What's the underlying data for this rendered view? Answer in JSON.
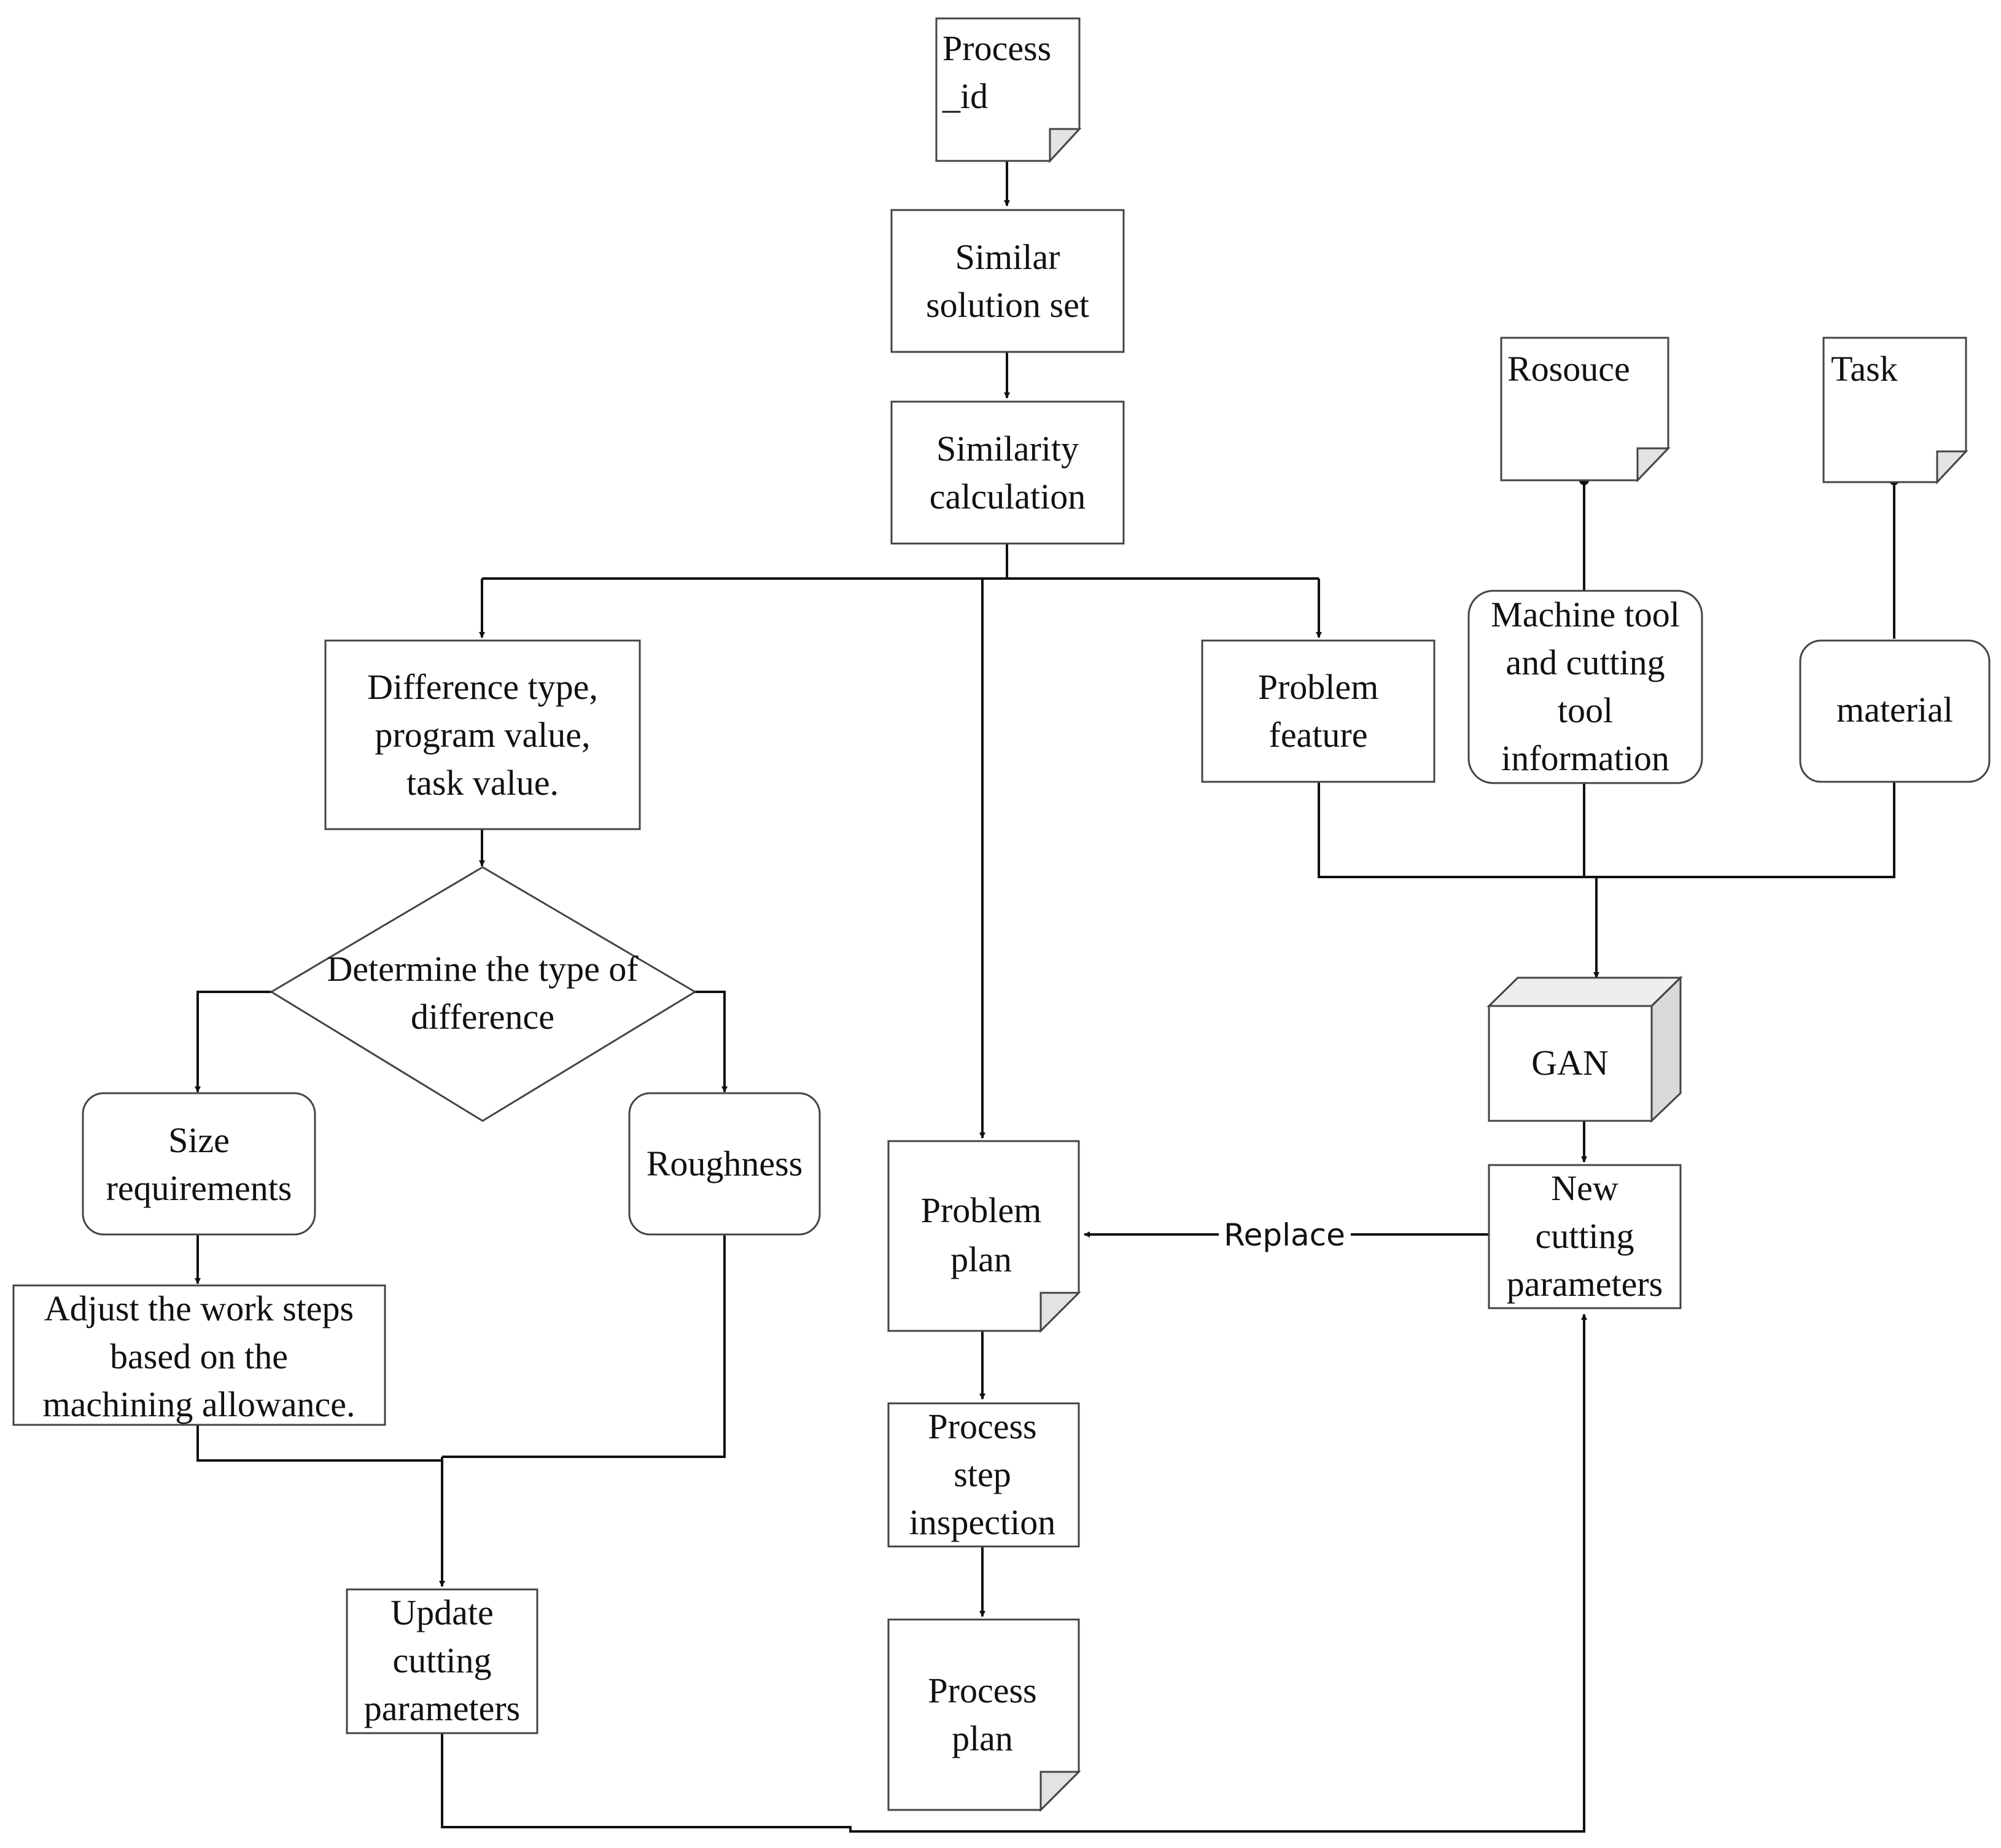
{
  "nodes": {
    "process_id": [
      "Process",
      "_id"
    ],
    "similar_solution_set": [
      "Similar",
      "solution set"
    ],
    "similarity_calculation": [
      "Similarity",
      "calculation"
    ],
    "difference_info": [
      "Difference type,",
      "program value,",
      "task value."
    ],
    "determine_type": [
      "Determine the type of",
      "difference"
    ],
    "size_requirements": [
      "Size",
      "requirements"
    ],
    "roughness": [
      "Roughness"
    ],
    "adjust_steps": [
      "Adjust the work steps",
      "based on the",
      "machining allowance."
    ],
    "update_params": [
      "Update",
      "cutting",
      "parameters"
    ],
    "problem_plan": [
      "Problem",
      "plan"
    ],
    "process_step_inspection": [
      "Process",
      "step",
      "inspection"
    ],
    "process_plan": [
      "Process",
      "plan"
    ],
    "problem_feature": [
      "Problem",
      "feature"
    ],
    "rosouce": [
      "Rosouce"
    ],
    "task": [
      "Task"
    ],
    "machine_tool_info": [
      "Machine tool",
      "and cutting",
      "tool",
      "information"
    ],
    "material": [
      "material"
    ],
    "gan": [
      "GAN"
    ],
    "new_params": [
      "New",
      "cutting",
      "parameters"
    ]
  },
  "edges": {
    "replace_label": "Replace"
  }
}
